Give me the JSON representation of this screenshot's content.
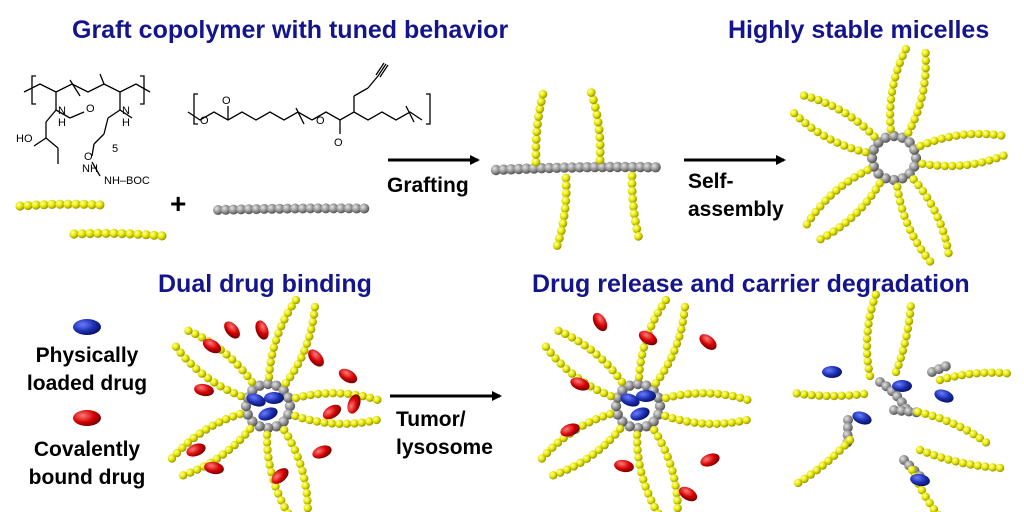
{
  "titles": {
    "graft": "Graft copolymer with tuned behavior",
    "stable": "Highly stable micelles",
    "dual": "Dual drug binding",
    "release": "Drug release and carrier degradation"
  },
  "steps": {
    "grafting": "Grafting",
    "self_1": "Self-",
    "self_2": "assembly",
    "tumor_1": "Tumor/",
    "tumor_2": "lysosome"
  },
  "legend": {
    "physical_1": "Physically",
    "physical_2": "loaded drug",
    "covalent_1": "Covalently",
    "covalent_2": "bound drug"
  },
  "chem": {
    "ho": "HO",
    "n_h1": "N",
    "h1": "H",
    "n_h2": "N",
    "h2": "H",
    "o1": "O",
    "o2": "O",
    "sub5": "5",
    "nh_boc": "NH–BOC",
    "nh": "NH",
    "o3": "O",
    "o4": "O",
    "o5": "O",
    "o6": "O"
  },
  "plus": "+",
  "colors": {
    "title": "#14148c",
    "hydrophilic": "#e8e800",
    "hydrophobic": "#8c8c8c",
    "physical_drug": "#1a2fb0",
    "covalent_drug": "#d40000"
  }
}
